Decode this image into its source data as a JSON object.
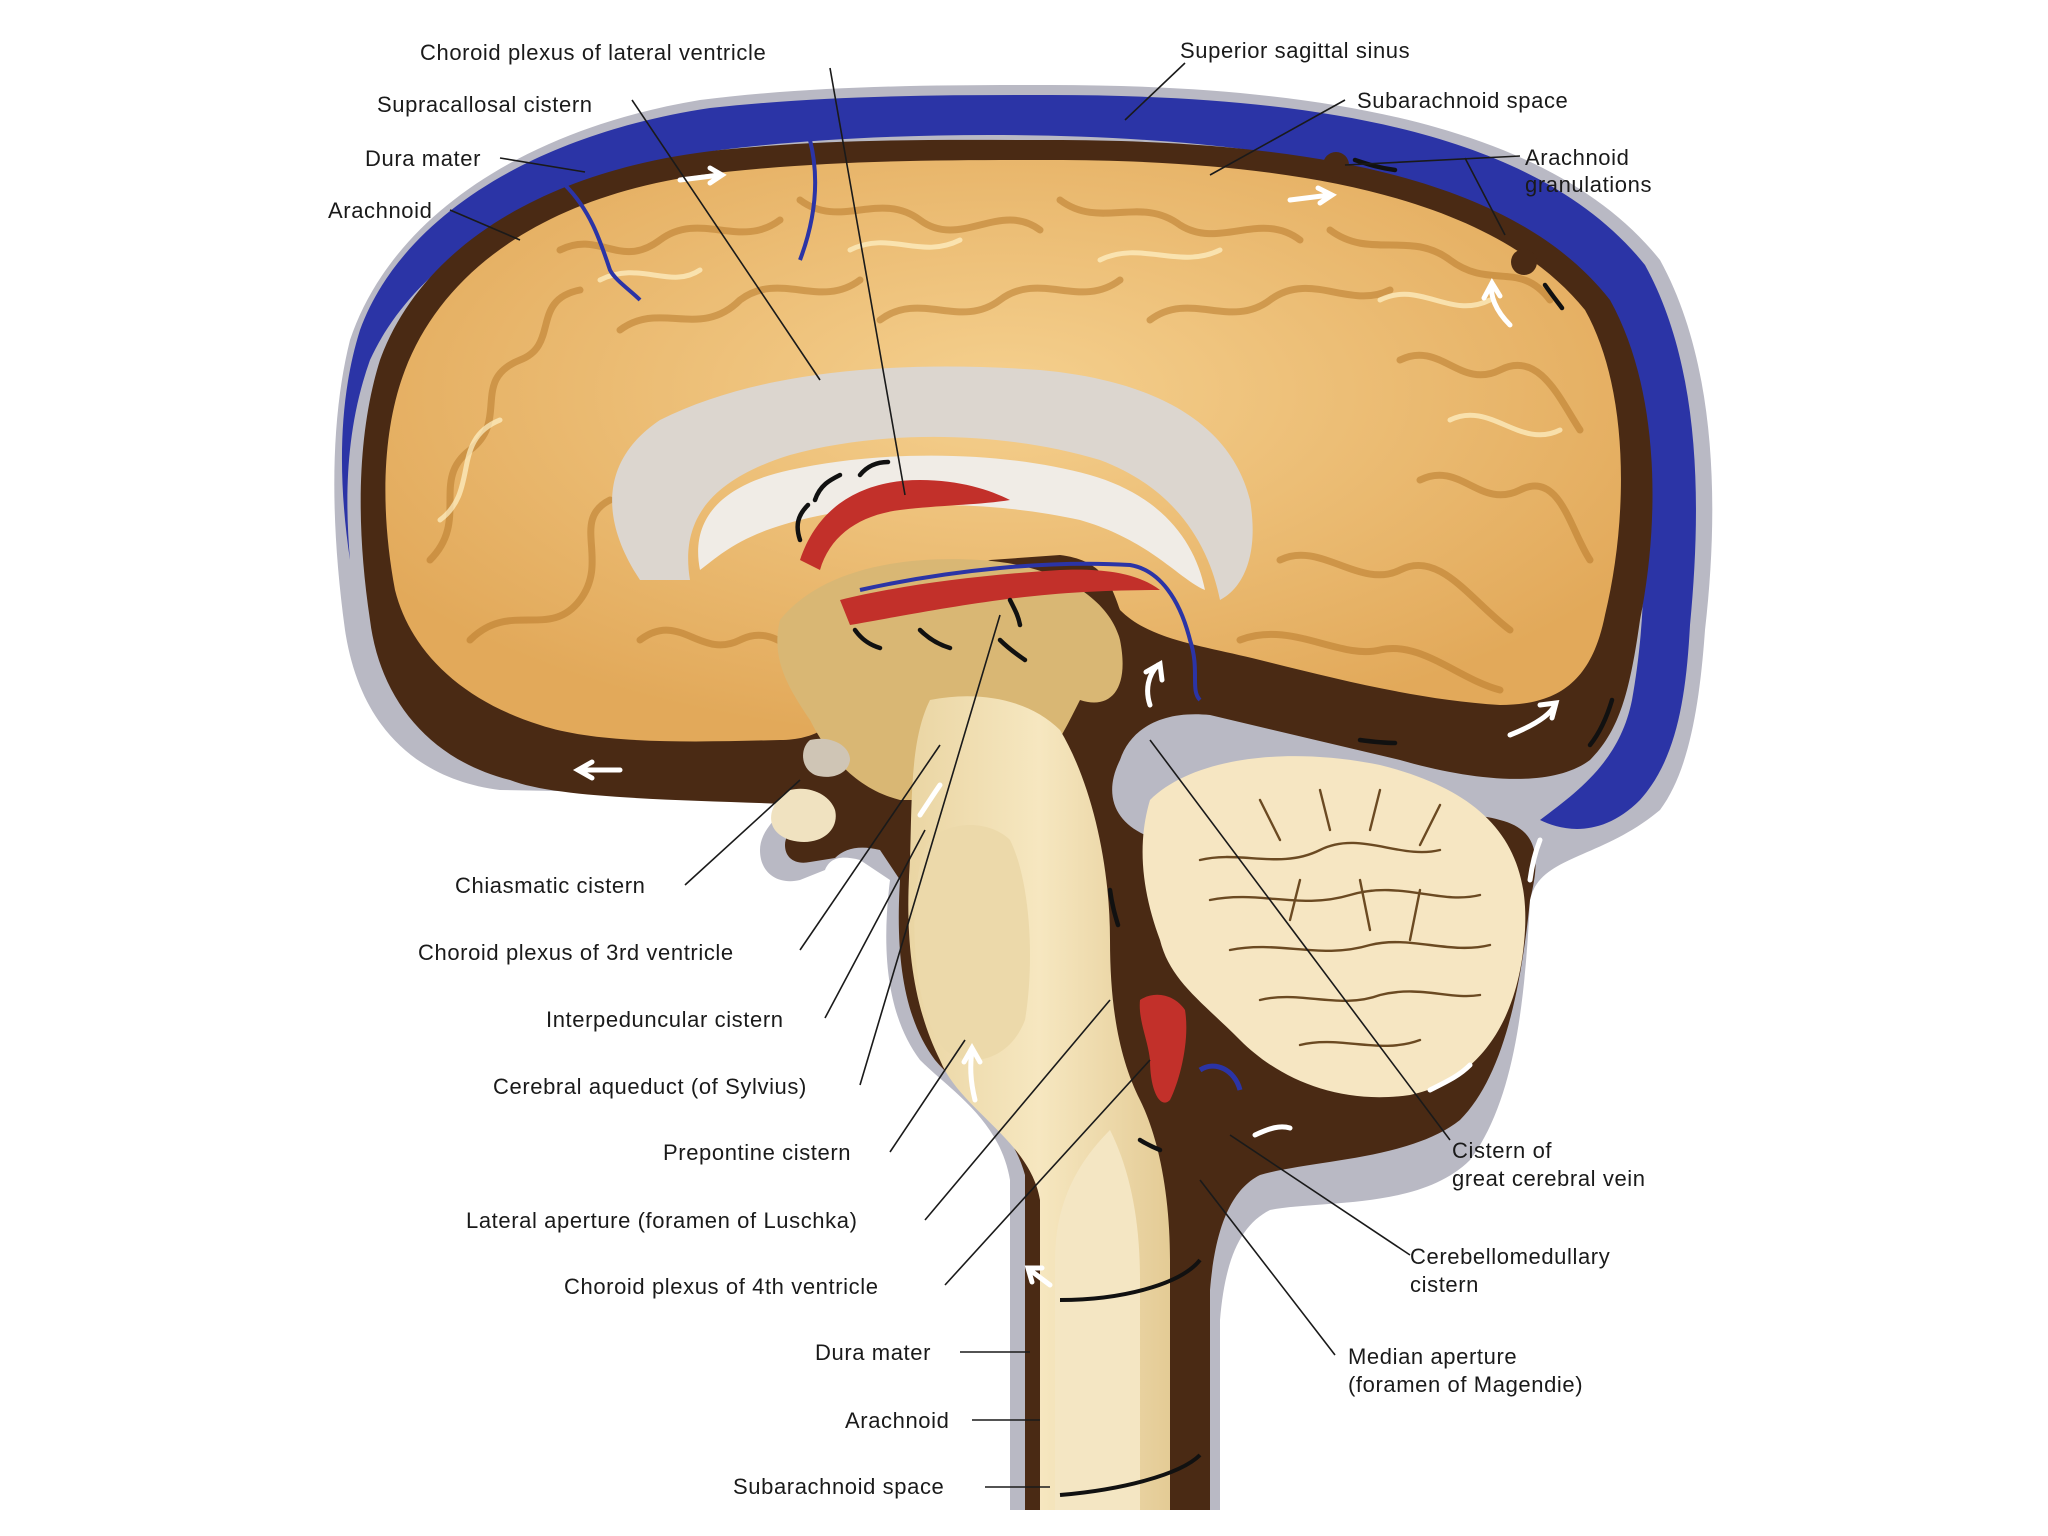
{
  "labels": {
    "choroid_plexus_lateral": "Choroid plexus of lateral ventricle",
    "superior_sagittal_sinus": "Superior sagittal sinus",
    "supracallosal_cistern": "Supracallosal cistern",
    "subarachnoid_space_top": "Subarachnoid space",
    "dura_mater_top": "Dura mater",
    "arachnoid_granulations_1": "Arachnoid",
    "arachnoid_granulations_2": "granulations",
    "arachnoid_top": "Arachnoid",
    "chiasmatic_cistern": "Chiasmatic cistern",
    "choroid_plexus_3rd": "Choroid plexus of 3rd ventricle",
    "interpeduncular_cistern": "Interpeduncular cistern",
    "cerebral_aqueduct": "Cerebral aqueduct (of Sylvius)",
    "prepontine_cistern": "Prepontine cistern",
    "lateral_aperture": "Lateral aperture (foramen of Luschka)",
    "choroid_plexus_4th": "Choroid plexus of 4th ventricle",
    "dura_mater_bottom": "Dura mater",
    "arachnoid_bottom": "Arachnoid",
    "subarachnoid_space_bottom": "Subarachnoid space",
    "cistern_great_vein_1": "Cistern of",
    "cistern_great_vein_2": "great cerebral vein",
    "cerebellomedullary_1": "Cerebellomedullary",
    "cerebellomedullary_2": "cistern",
    "median_aperture_1": "Median aperture",
    "median_aperture_2": "(foramen of Magendie)"
  },
  "colors": {
    "dura": "#b9b9c4",
    "sinus_blue": "#2b34a6",
    "csf_brown": "#4a2a14",
    "cortex": "#e8b86a",
    "white_matter": "#f3dfb0",
    "choroid_red": "#c2302a"
  }
}
